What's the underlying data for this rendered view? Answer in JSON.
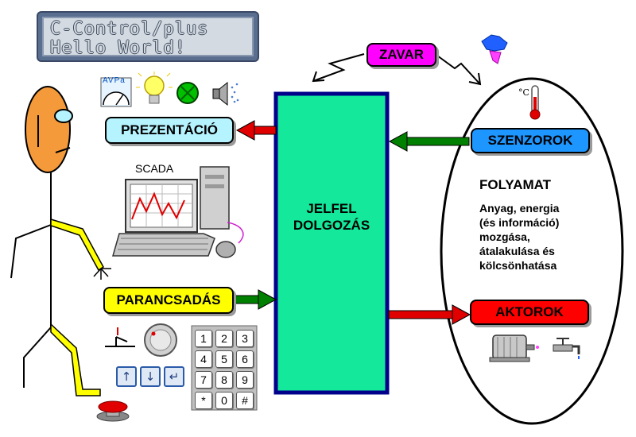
{
  "lcd": {
    "line1": "C-Control/plus",
    "line2": "Hello World!"
  },
  "labels": {
    "zavar": "ZAVAR",
    "prezentacio": "PREZENTÁCIÓ",
    "szenzorok": "SZENZOROK",
    "parancsadas": "PARANCSADÁS",
    "aktorok": "AKTOROK",
    "scada": "SCADA",
    "jelfel_line1": "JELFEL",
    "jelfel_line2": "DOLGOZÁS",
    "folyamat": "FOLYAMAT",
    "folyamat_desc": [
      "Anyag, energia",
      "(és információ)",
      "mozgása,",
      "átalakulása és",
      "kölcsönhatása"
    ],
    "thermo_unit": "°C",
    "gauge_unit": "AVPa"
  },
  "keypad": [
    "1",
    "2",
    "3",
    "4",
    "5",
    "6",
    "7",
    "8",
    "9",
    "*",
    "0",
    "#"
  ],
  "nav_keys": [
    "↑",
    "↓",
    "↵"
  ],
  "colors": {
    "zavar": "#ff00ff",
    "prezentacio": "#b5f4ff",
    "szenzorok": "#1e96ff",
    "parancsadas": "#ffff00",
    "aktorok": "#ff0000",
    "jelfel_fill": "#14e89b",
    "jelfel_border": "#00008b",
    "arrow_red": "#e00000",
    "arrow_green": "#008000",
    "face": "#f59a3a",
    "arm_yellow": "#ffff00"
  }
}
